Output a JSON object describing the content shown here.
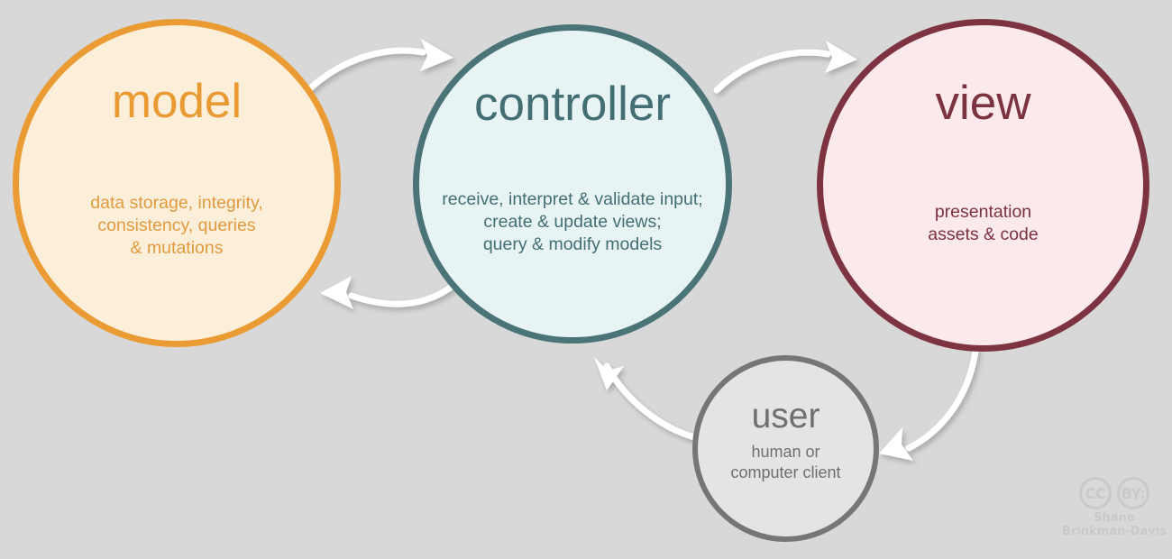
{
  "diagram": {
    "background_color": "#d8d8d8",
    "nodes": [
      {
        "id": "model",
        "title": "model",
        "description": "data storage, integrity,\nconsistency, queries\n& mutations",
        "border_color": "#eb9b33",
        "fill_color": "#fcefd9",
        "text_color": "#e09a3f"
      },
      {
        "id": "controller",
        "title": "controller",
        "description": "receive, interpret & validate input;\ncreate & update views;\nquery & modify models",
        "border_color": "#4b7478",
        "fill_color": "#e8f4f3",
        "text_color": "#436e73"
      },
      {
        "id": "view",
        "title": "view",
        "description": "presentation\nassets & code",
        "border_color": "#7e3440",
        "fill_color": "#fbe9ec",
        "text_color": "#7b3340"
      },
      {
        "id": "user",
        "title": "user",
        "description": "human or\ncomputer client",
        "border_color": "#767676",
        "fill_color": "#e4e4e4",
        "text_color": "#6f6f6f"
      }
    ],
    "arrows": [
      {
        "id": "model-to-controller",
        "from": "model",
        "to": "controller",
        "color": "#ffffff"
      },
      {
        "id": "controller-to-model",
        "from": "controller",
        "to": "model",
        "color": "#ffffff"
      },
      {
        "id": "controller-to-view",
        "from": "controller",
        "to": "view",
        "color": "#ffffff"
      },
      {
        "id": "view-to-user",
        "from": "view",
        "to": "user",
        "color": "#ffffff"
      },
      {
        "id": "user-to-controller",
        "from": "user",
        "to": "controller",
        "color": "#ffffff"
      }
    ]
  },
  "license": {
    "cc_label": "CC",
    "by_label": "BY:",
    "attribution": "Shane\nBrinkman-Davis",
    "color": "#c9c9c9"
  }
}
